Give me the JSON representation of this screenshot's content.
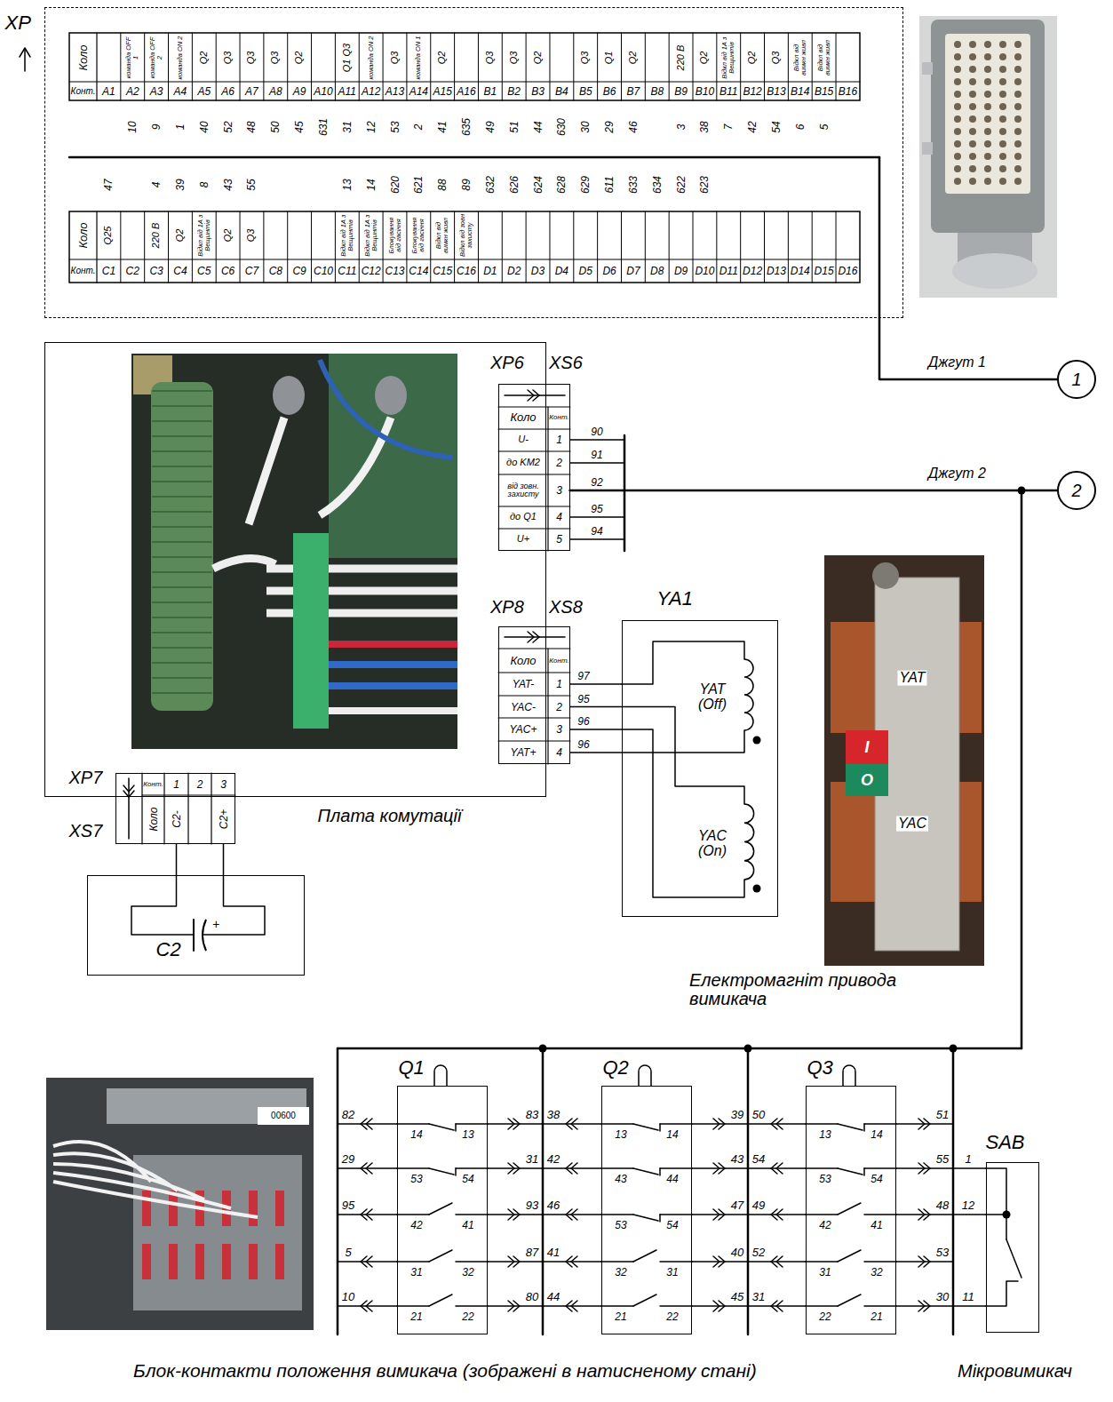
{
  "diagram": {
    "caption": "Блок-контакти положення вимикача (зображені в натисненому стані)",
    "nodes": [
      {
        "text": [
          "XP"
        ]
      },
      {
        "text": [
          "1"
        ]
      },
      {
        "text": [
          "2"
        ]
      },
      {
        "text": [
          "Плата комутації"
        ]
      },
      {
        "text": [
          "XP6",
          "XS6"
        ],
        "in": 3
      },
      {
        "text": [
          "XP8",
          "XS8"
        ],
        "in": 3
      },
      {
        "text": [
          "XP7",
          "XS7"
        ]
      },
      {
        "text": [
          "C2"
        ]
      },
      {
        "text": [
          "YA1"
        ]
      },
      {
        "text": [
          "Q1"
        ]
      },
      {
        "text": [
          "Q2"
        ]
      },
      {
        "text": [
          "Q3"
        ]
      },
      {
        "text": [
          "SAB"
        ]
      }
    ],
    "edges": [
      {
        "from": 0,
        "to": 1,
        "arrow": "none",
        "label": "Джгут 1"
      },
      {
        "from": 4,
        "to": 2,
        "arrow": "none",
        "label": "Джгут 2"
      },
      {
        "from": 5,
        "to": 8,
        "arrow": "none"
      },
      {
        "from": 6,
        "to": 7,
        "arrow": "none"
      }
    ],
    "labels": [
      "Коло",
      "команда OFF 1",
      "команда OFF 2",
      "команда ON 2",
      "Q2",
      "Q3",
      "Q3",
      "Q3",
      "Q2",
      "Q1 Q3",
      "команда ON 2",
      "Q3",
      "команда ON 1",
      "Q2",
      "Q3",
      "Q3",
      "Q2",
      "Q3",
      "Q1",
      "Q2",
      "220 В",
      "Q2",
      "Відкл від 1А з Вещинтів",
      "Q2",
      "Q3",
      "Відкл від вимкн живл",
      "Відкл від вимкн живл",
      "Конт.",
      "A1",
      "A2",
      "A3",
      "A4",
      "A5",
      "A6",
      "A7",
      "A8",
      "A9",
      "A10",
      "A11",
      "A12",
      "A13",
      "A14",
      "A15",
      "A16",
      "B1",
      "B2",
      "B3",
      "B4",
      "B5",
      "B6",
      "B7",
      "B8",
      "B9",
      "B10",
      "B11",
      "B12",
      "B13",
      "B14",
      "B15",
      "B16",
      "10",
      "9",
      "1",
      "40",
      "52",
      "48",
      "50",
      "45",
      "631",
      "31",
      "12",
      "53",
      "2",
      "41",
      "635",
      "49",
      "51",
      "44",
      "630",
      "30",
      "29",
      "46",
      "3",
      "38",
      "7",
      "42",
      "54",
      "6",
      "5",
      "47",
      "4",
      "39",
      "8",
      "43",
      "55",
      "13",
      "14",
      "620",
      "621",
      "88",
      "89",
      "632",
      "626",
      "624",
      "628",
      "629",
      "611",
      "633",
      "634",
      "622",
      "623",
      "Коло",
      "Q25",
      "220 В",
      "Q2",
      "Відкл від 1А з Вещинтів",
      "Q2",
      "Q3",
      "Відкл від 1А з Вещинтів",
      "Відкл від 1А з Вещинтів",
      "Блокування від гасіння",
      "Блокування від гасіння",
      "Відкл від вимкн живл",
      "Відкл від зовн захисту",
      "Конт.",
      "C1",
      "C2",
      "C3",
      "C4",
      "C5",
      "C6",
      "C7",
      "C8",
      "C9",
      "C10",
      "C11",
      "C12",
      "C13",
      "C14",
      "C15",
      "C16",
      "D1",
      "D2",
      "D3",
      "D4",
      "D5",
      "D6",
      "D7",
      "D8",
      "D9",
      "D10",
      "D11",
      "D12",
      "D13",
      "D14",
      "D15",
      "D16",
      "Коло",
      "Конт.",
      "U-",
      "1",
      "до KM2",
      "2",
      "від зовн. захисту",
      "3",
      "до Q1",
      "4",
      "U+",
      "5",
      "90",
      "91",
      "92",
      "95",
      "94",
      "Коло",
      "Конт.",
      "YAT-",
      "1",
      "YAC-",
      "2",
      "YAC+",
      "3",
      "YAT+",
      "4",
      "97",
      "95",
      "96",
      "96",
      "Конт.",
      "1",
      "2",
      "3",
      "Коло",
      "C2-",
      "C2+",
      "+",
      "YAT (Off)",
      "YAC (On)",
      "YAT",
      "I",
      "O",
      "YAC",
      "Електромагніт привода вимикача",
      "82",
      "14",
      "13",
      "83",
      "29",
      "53",
      "54",
      "31",
      "95",
      "42",
      "41",
      "93",
      "5",
      "31",
      "32",
      "87",
      "10",
      "21",
      "22",
      "80",
      "38",
      "13",
      "14",
      "39",
      "42",
      "43",
      "44",
      "43",
      "46",
      "53",
      "54",
      "47",
      "41",
      "32",
      "31",
      "40",
      "44",
      "21",
      "22",
      "45",
      "50",
      "13",
      "14",
      "51",
      "54",
      "53",
      "54",
      "55",
      "49",
      "42",
      "41",
      "48",
      "52",
      "31",
      "32",
      "53",
      "31",
      "22",
      "21",
      "30",
      "1",
      "12",
      "11",
      "Мікровимикач",
      "00600"
    ]
  }
}
